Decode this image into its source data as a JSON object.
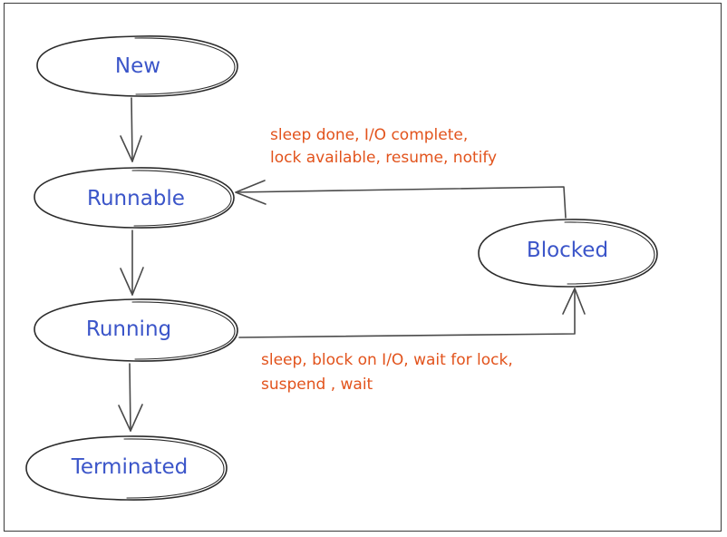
{
  "diagram": {
    "nodes": {
      "new": "New",
      "runnable": "Runnable",
      "running": "Running",
      "blocked": "Blocked",
      "terminated": "Terminated"
    },
    "edges": {
      "blocked_to_runnable_line1": "sleep done, I/O complete,",
      "blocked_to_runnable_line2": "lock available, resume, notify",
      "running_to_blocked_line1": "sleep, block on I/O, wait for lock,",
      "running_to_blocked_line2": "suspend , wait"
    },
    "colors": {
      "node_text": "#3b55c9",
      "edge_text": "#e2531c",
      "stroke": "#2b2b2b"
    }
  }
}
